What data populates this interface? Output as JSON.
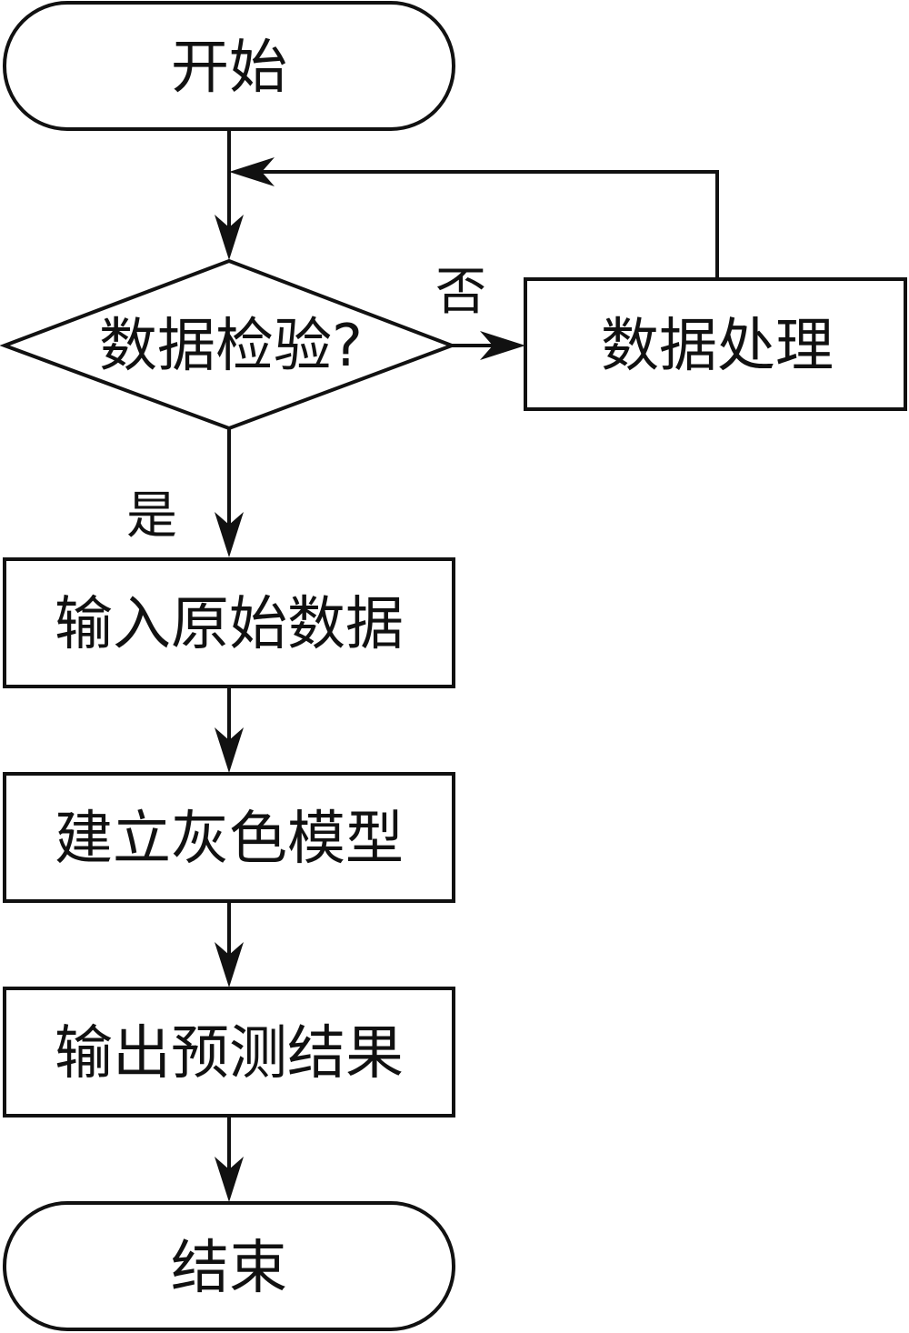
{
  "nodes": {
    "start": "开始",
    "decision": "数据检验?",
    "process_data": "数据处理",
    "input_data": "输入原始数据",
    "build_model": "建立灰色模型",
    "output_result": "输出预测结果",
    "end": "结束"
  },
  "branches": {
    "no": "否",
    "yes": "是"
  },
  "colors": {
    "stroke": "#111111",
    "background": "#ffffff"
  }
}
